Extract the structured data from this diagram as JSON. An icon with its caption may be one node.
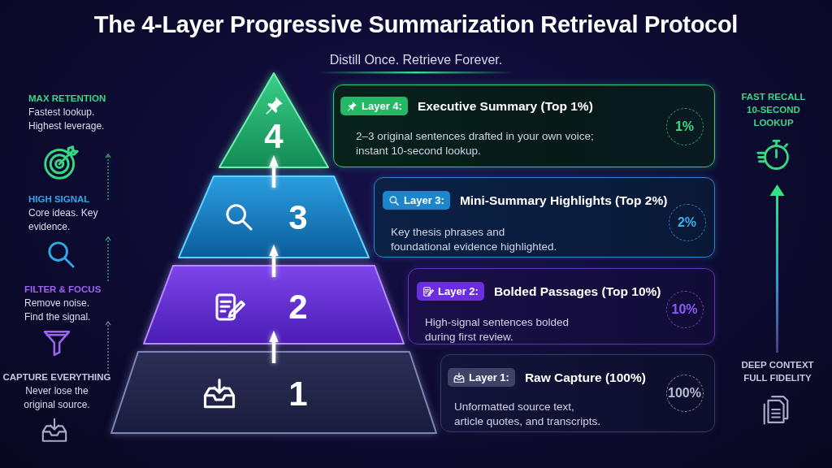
{
  "diagram": {
    "title": "The 4-Layer Progressive Summarization Retrieval Protocol",
    "nodes": [
      {
        "text": [
          "Layer 4:",
          "Executive Summary (Top 1%)",
          "2–3 original sentences drafted in your own voice; instant 10-second lookup."
        ]
      },
      {
        "text": [
          "1%"
        ],
        "in": 0
      },
      {
        "text": [
          "Layer 3:",
          "Mini-Summary Highlights (Top 2%)",
          "Key thesis phrases and foundational evidence highlighted."
        ]
      },
      {
        "text": [
          "2%"
        ],
        "in": 2
      },
      {
        "text": [
          "Layer 2:",
          "Bolded Passages (Top 10%)",
          "High-signal sentences bolded during first review."
        ]
      },
      {
        "text": [
          "10%"
        ],
        "in": 4
      },
      {
        "text": [
          "Layer 1:",
          "Raw Capture (100%)",
          "Unformatted source text, article quotes, and transcripts."
        ]
      },
      {
        "text": [
          "100%"
        ],
        "in": 6
      },
      {
        "text": [
          "4"
        ]
      },
      {
        "text": [
          "3"
        ]
      },
      {
        "text": [
          "2"
        ]
      },
      {
        "text": [
          "1"
        ]
      }
    ],
    "edges": [
      {
        "from": 11,
        "to": 10,
        "arrow": "to"
      },
      {
        "from": 10,
        "to": 9,
        "arrow": "to"
      },
      {
        "from": 9,
        "to": 8,
        "arrow": "to"
      }
    ],
    "labels": [
      "Distill Once. Retrieve Forever.",
      "MAX RETENTION",
      "Fastest lookup. Highest leverage.",
      "FAST RECALL 10-SECOND LOOKUP",
      "HIGH SIGNAL",
      "Core ideas. Key evidence.",
      "FILTER & FOCUS",
      "Remove noise. Find the signal.",
      "CAPTURE EVERYTHING",
      "Never lose the original source.",
      "DEEP CONTEXT FULL FIDELITY"
    ]
  }
}
